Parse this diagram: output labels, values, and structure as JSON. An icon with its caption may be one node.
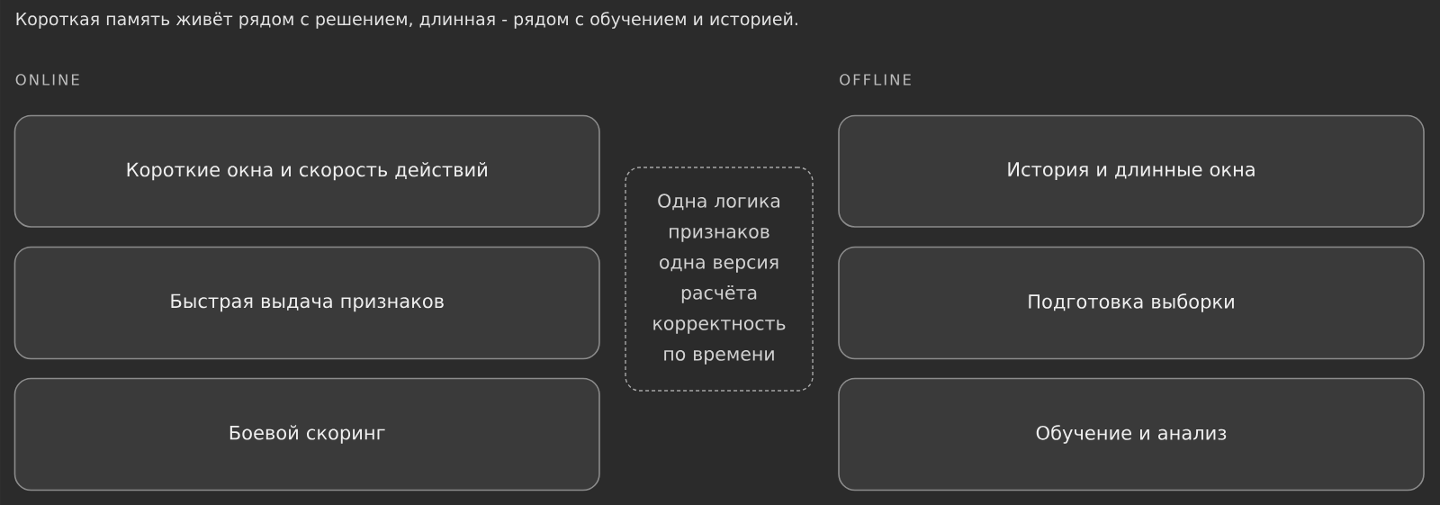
{
  "diagram": {
    "title": "Короткая память живёт рядом с решением, длинная - рядом с обучением и историей.",
    "nodes": [
      {
        "text": [
          "Короткие окна и скорость действий"
        ]
      },
      {
        "text": [
          "Быстрая выдача признаков"
        ]
      },
      {
        "text": [
          "Боевой скоринг"
        ]
      },
      {
        "text": [
          "Одна логика признаков одна версия расчёта корректность по времени"
        ]
      },
      {
        "text": [
          "История и длинные окна"
        ]
      },
      {
        "text": [
          "Подготовка выборки"
        ]
      },
      {
        "text": [
          "Обучение и анализ"
        ]
      }
    ],
    "labels": [
      "ONLINE",
      "OFFLINE"
    ]
  }
}
